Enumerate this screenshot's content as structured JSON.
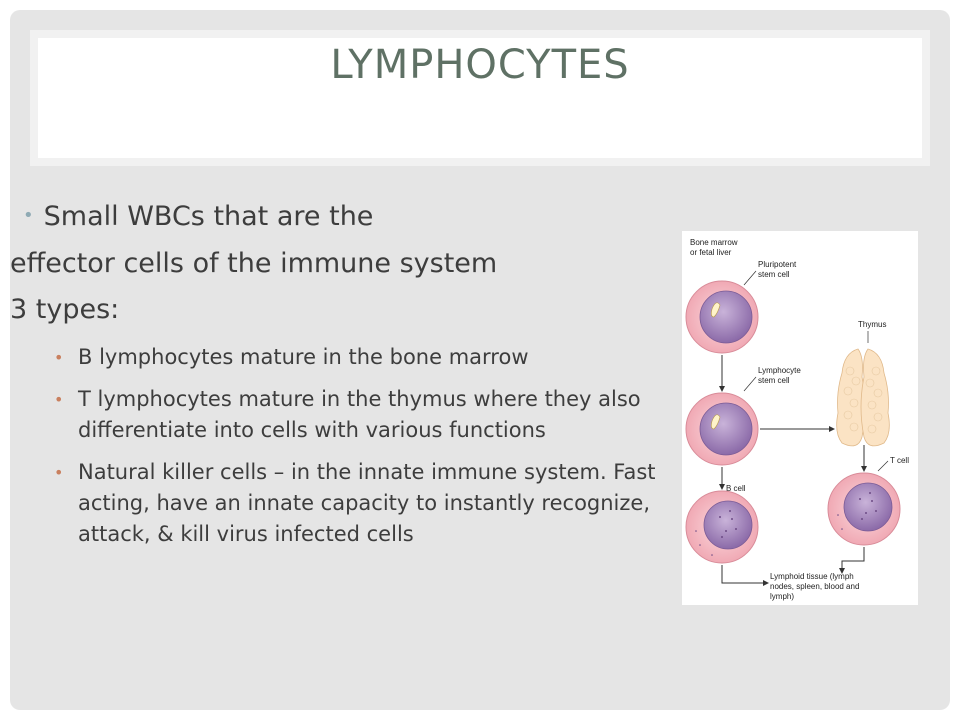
{
  "slide": {
    "title": "LYMPHOCYTES",
    "line1": "Small WBCs that are the",
    "line2": "effector cells of the immune system",
    "line3": "3 types:",
    "subitems": [
      "B lymphocytes mature in the bone marrow",
      "T lymphocytes mature in the thymus where they also differentiate into cells with various functions",
      "Natural killer cells – in the innate immune system. Fast acting, have an innate capacity to instantly recognize, attack, & kill virus infected cells"
    ]
  },
  "diagram": {
    "labels": {
      "bone_marrow_1": "Bone marrow",
      "bone_marrow_2": "or fetal liver",
      "pluripotent_1": "Pluripotent",
      "pluripotent_2": "stem cell",
      "thymus": "Thymus",
      "lymphocyte_1": "Lymphocyte",
      "lymphocyte_2": "stem cell",
      "t_cell": "T cell",
      "b_cell": "B cell",
      "lymphoid_1": "Lymphoid tissue (lymph",
      "lymphoid_2": "nodes, spleen, blood and",
      "lymphoid_3": "lymph)"
    }
  }
}
